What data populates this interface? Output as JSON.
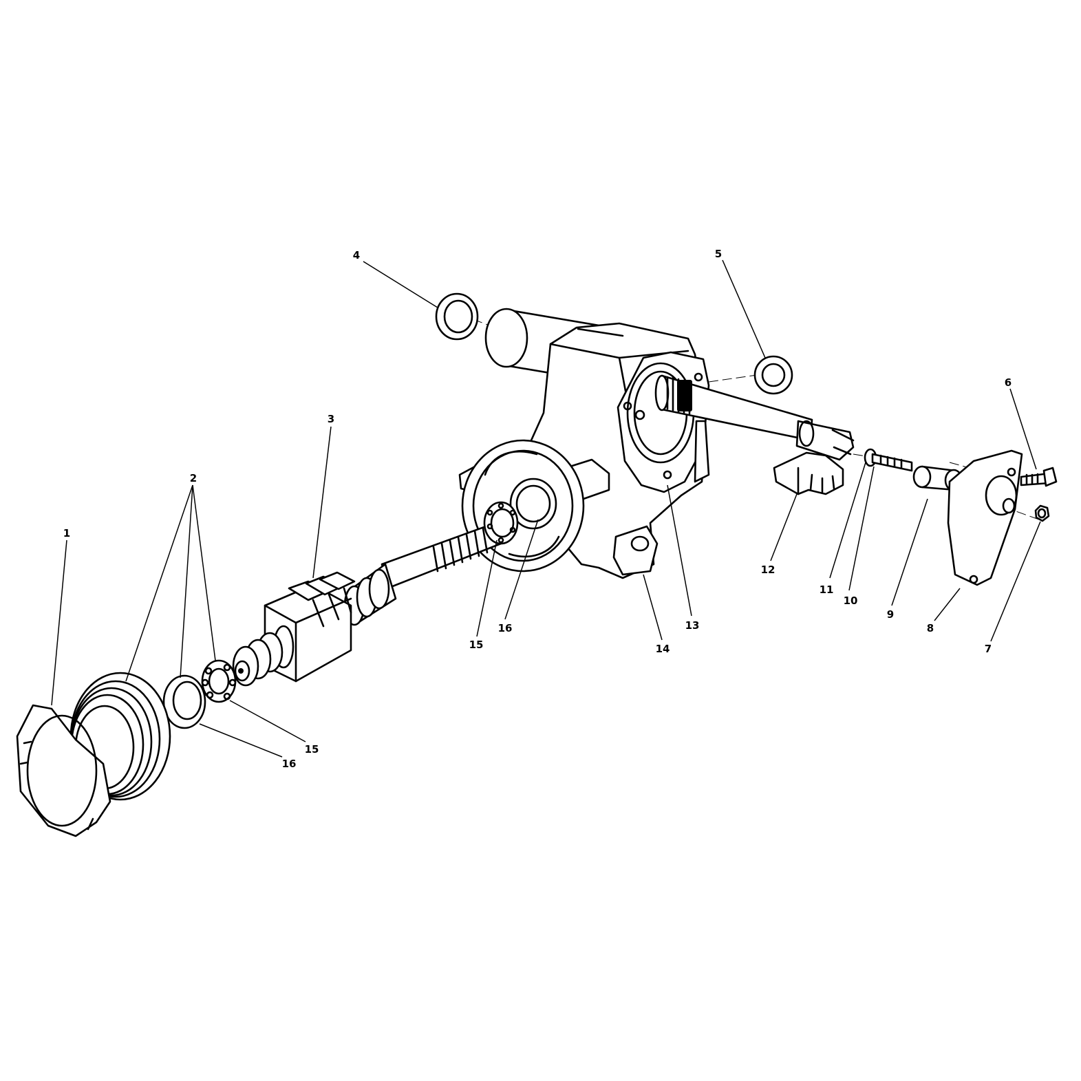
{
  "part_labels": {
    "p1": "1",
    "p2": "2",
    "p3": "3",
    "p4": "4",
    "p5": "5",
    "p6": "6",
    "p7": "7",
    "p8": "8",
    "p9": "9",
    "p10": "10",
    "p11": "11",
    "p12": "12",
    "p13": "13",
    "p14": "14",
    "p15a": "15",
    "p16a": "16",
    "p15b": "15",
    "p16b": "16"
  },
  "colors": {
    "ink": "#000000",
    "paper": "#ffffff"
  }
}
